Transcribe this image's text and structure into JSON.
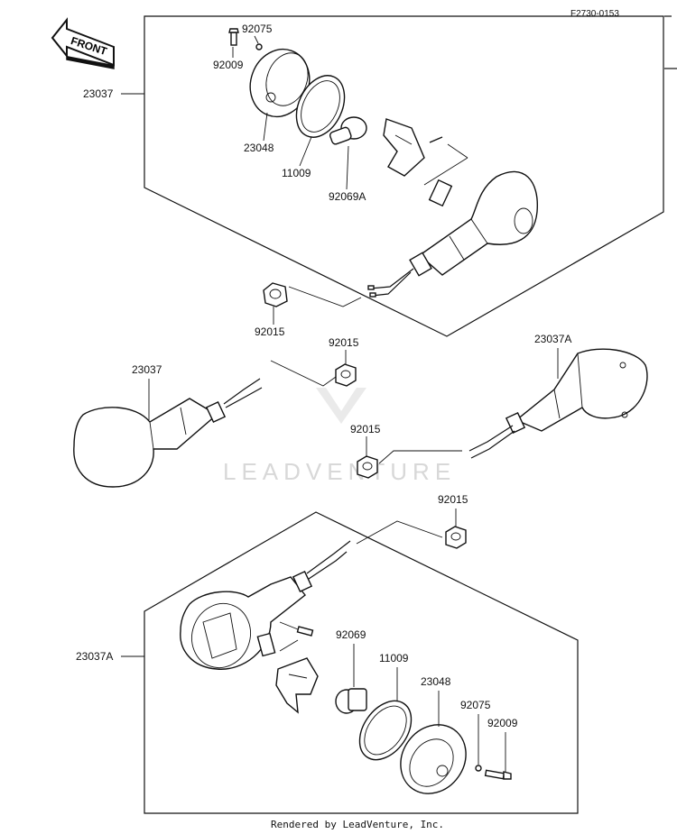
{
  "reference_code": "F2730-0153",
  "front_label": "FRONT",
  "watermark": "LEADVENTURE",
  "footer": "Rendered by LeadVenture, Inc.",
  "callouts": {
    "c92075_top": "92075",
    "c92009_top": "92009",
    "c23037_top": "23037",
    "c23048_top": "23048",
    "c11009_top": "11009",
    "c92069a_top": "92069A",
    "c92015_a": "92015",
    "c92015_b": "92015",
    "c23037_mid": "23037",
    "c23037a_mid": "23037A",
    "c92015_c": "92015",
    "c92015_d": "92015",
    "c23037a_bot": "23037A",
    "c92069_bot": "92069",
    "c11009_bot": "11009",
    "c23048_bot": "23048",
    "c92075_bot": "92075",
    "c92009_bot": "92009"
  }
}
